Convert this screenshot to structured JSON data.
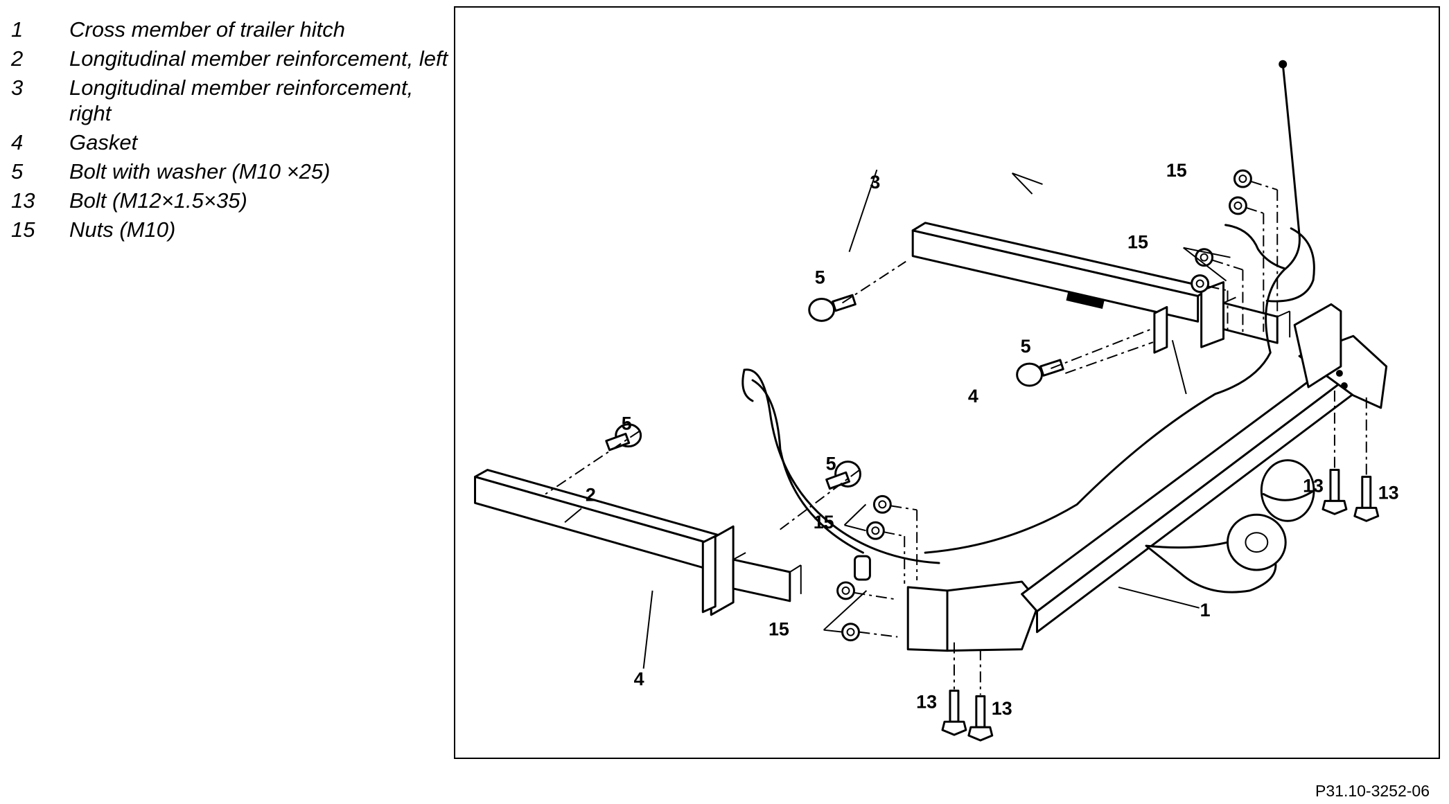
{
  "legend": {
    "items": [
      {
        "num": "1",
        "text": "Cross member of trailer hitch"
      },
      {
        "num": "2",
        "text": "Longitudinal member reinforcement, left"
      },
      {
        "num": "3",
        "text": "Longitudinal member reinforcement, right"
      },
      {
        "num": "4",
        "text": "Gasket"
      },
      {
        "num": "5",
        "text": "Bolt with washer (M10 ×25)"
      },
      {
        "num": "13",
        "text": "Bolt (M12×1.5×35)"
      },
      {
        "num": "15",
        "text": "Nuts (M10)"
      }
    ]
  },
  "figure": {
    "callouts": {
      "c1": "1",
      "c2": "2",
      "c3": "3",
      "c4_left": "4",
      "c4_right": "4",
      "c5_top": "5",
      "c5_mid_right": "5",
      "c5_left": "5",
      "c5_center": "5",
      "c13_right_a": "13",
      "c13_right_b": "13",
      "c13_bottom_a": "13",
      "c13_bottom_b": "13",
      "c15_top_right": "15",
      "c15_mid_right": "15",
      "c15_center": "15",
      "c15_bottom_left": "15"
    },
    "code": "P31.10-3252-06"
  }
}
